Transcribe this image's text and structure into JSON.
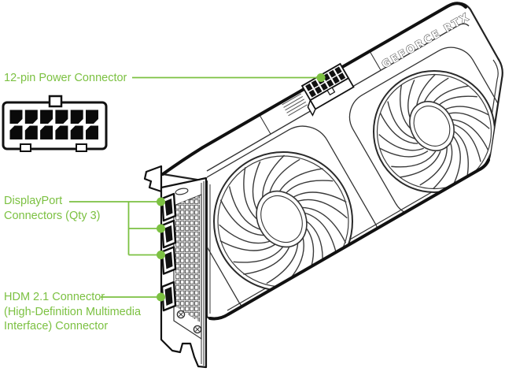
{
  "accent_color": "#7CC142",
  "line_color": "#1a1a1a",
  "card": {
    "logo_text": "GEFORCE RTX",
    "fans_depicted": 2
  },
  "ports_depicted": {
    "displayport_count": 3,
    "hdmi_count": 1
  },
  "power_connector_icon": {
    "pins": 12,
    "pin_rows": 2,
    "pin_columns": 6
  },
  "callouts": {
    "power": {
      "label": "12-pin Power Connector"
    },
    "displayport": {
      "line1": "DisplayPort",
      "line2": "Connectors (Qty 3)"
    },
    "hdmi": {
      "line1": "HDM 2.1 Connector",
      "line2": "(High-Definition Multimedia",
      "line3": "Interface) Connector"
    }
  }
}
